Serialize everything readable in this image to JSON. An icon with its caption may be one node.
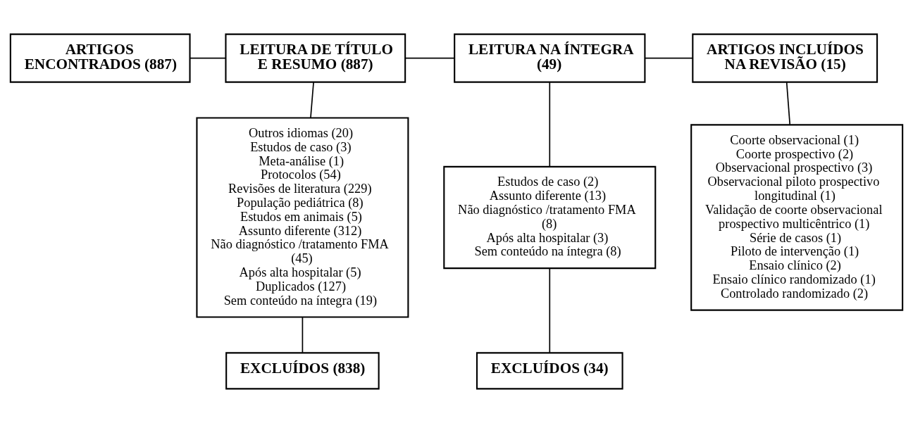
{
  "diagram": {
    "nodes": [
      {
        "text": [
          "ARTIGOS ENCONTRADOS (887)"
        ]
      },
      {
        "text": [
          "LEITURA DE TÍTULO E RESUMO (887)"
        ]
      },
      {
        "text": [
          "LEITURA NA ÍNTEGRA (49)"
        ]
      },
      {
        "text": [
          "ARTIGOS INCLUÍDOS NA REVISÃO (15)"
        ]
      },
      {
        "text": [
          "Outros idiomas (20)",
          "Estudos de caso (3)",
          "Meta-análise (1)",
          "Protocolos (54)",
          "Revisões de literatura (229)",
          "População pediátrica (8)",
          "Estudos em animais (5)",
          "Assunto diferente (312)",
          "Não diagnóstico /tratamento FMA (45)",
          "Após alta hospitalar (5)",
          "Duplicados (127)",
          "Sem conteúdo na íntegra (19)"
        ]
      },
      {
        "text": [
          "Estudos de caso (2)",
          "Assunto diferente (13)",
          "Não diagnóstico /tratamento FMA (8)",
          "Após alta hospitalar (3)",
          "Sem conteúdo na íntegra (8)"
        ]
      },
      {
        "text": [
          "Coorte observacional (1)",
          "Coorte prospectivo (2)",
          "Observacional prospectivo (3)",
          "Observacional piloto prospectivo longitudinal (1)",
          "Validação de coorte observacional prospectivo multicêntrico (1)",
          "Série de casos (1)",
          "Piloto de intervenção (1)",
          "Ensaio clínico (2)",
          "Ensaio clínico randomizado (1)",
          "Controlado randomizado (2)"
        ]
      },
      {
        "text": [
          "EXCLUÍDOS (838)"
        ]
      },
      {
        "text": [
          "EXCLUÍDOS (34)"
        ]
      }
    ],
    "edges": [
      {
        "from": 0,
        "to": 1,
        "arrow": "none"
      },
      {
        "from": 1,
        "to": 2,
        "arrow": "none"
      },
      {
        "from": 2,
        "to": 3,
        "arrow": "none"
      },
      {
        "from": 1,
        "to": 4,
        "arrow": "none"
      },
      {
        "from": 2,
        "to": 5,
        "arrow": "none"
      },
      {
        "from": 3,
        "to": 6,
        "arrow": "none"
      },
      {
        "from": 4,
        "to": 7,
        "arrow": "none"
      },
      {
        "from": 5,
        "to": 8,
        "arrow": "none"
      }
    ]
  }
}
